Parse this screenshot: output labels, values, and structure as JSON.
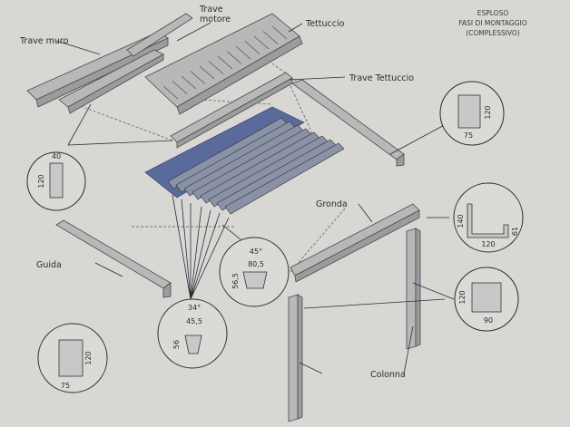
{
  "title": {
    "line1": "ESPLOSO",
    "line2": "FASI DI MONTAGGIO",
    "line3": "(COMPLESSIVO)"
  },
  "labels": {
    "trave_muro": "Trave muro",
    "trave_motore_1": "Trave",
    "trave_motore_2": "motore",
    "tettuccio": "Tettuccio",
    "trave_tettuccio": "Trave Tettuccio",
    "gronda": "Gronda",
    "guida": "Guida",
    "colonna": "Colonna"
  },
  "details": {
    "trave_muro": {
      "w": "40",
      "h": "120"
    },
    "trave_tettuccio": {
      "w": "75",
      "h": "120"
    },
    "gronda": {
      "h": "140",
      "w": "120",
      "lip": "61"
    },
    "colonna": {
      "h": "120",
      "w": "90"
    },
    "guida": {
      "h": "120",
      "w": "75"
    },
    "lama_grande": {
      "angle": "45°",
      "w": "80,5",
      "h": "56,5"
    },
    "lama_piccola": {
      "angle": "34°",
      "w": "45,5",
      "h": "56"
    }
  }
}
